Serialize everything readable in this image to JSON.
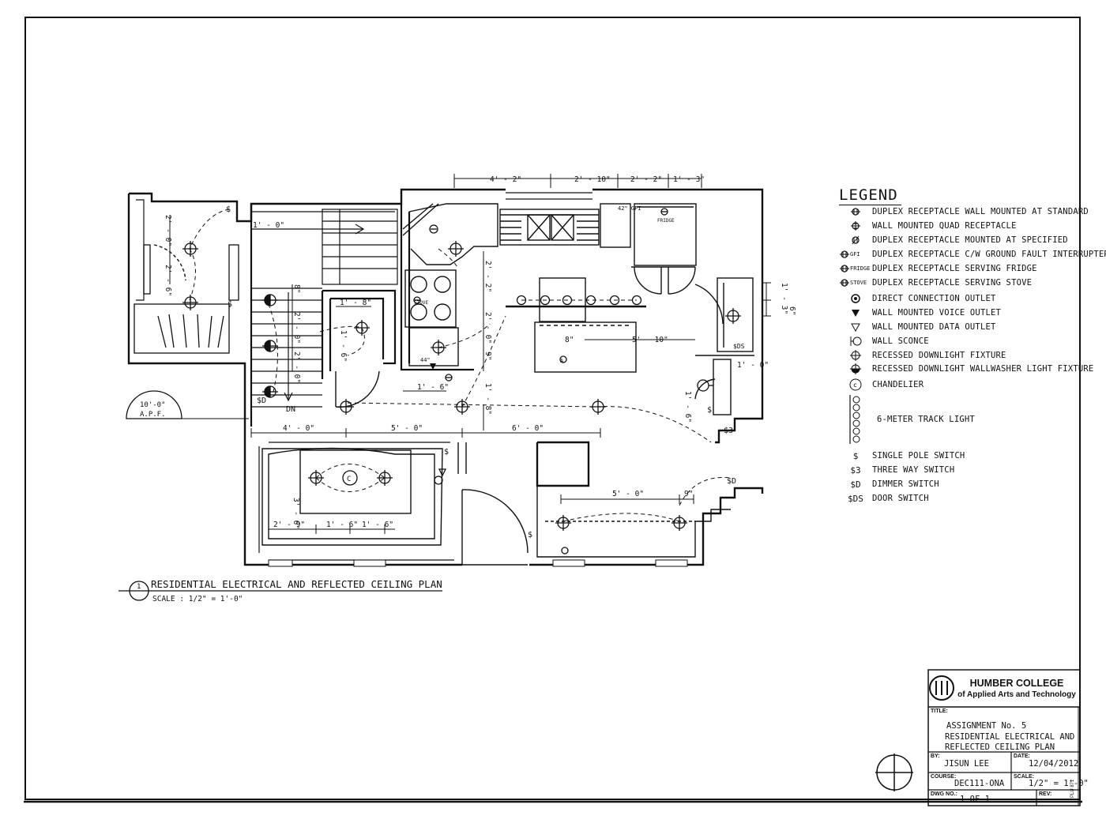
{
  "plan": {
    "title": "RESIDENTIAL ELECTRICAL AND REFLECTED CEILING PLAN",
    "scale": "SCALE : 1/2\" = 1'-0\"",
    "number": "1",
    "height_tag": "10'-0\"",
    "height_tag_sub": "A.P.F."
  },
  "dims": {
    "top": [
      "4' - 2\"",
      "2' - 10\"",
      "2' - 2\"",
      "1' - 3\""
    ],
    "middle": [
      "4' - 0\"",
      "5' - 0\"",
      "6' - 0\""
    ],
    "living": [
      "2' - 9\"",
      "1' - 6\"",
      "1' - 6\""
    ],
    "living_side": "3' - 6\"",
    "bath": [
      "2' - 0\"",
      "2' - 6\"",
      "1' - 0\""
    ],
    "stair": [
      "8\"",
      "2' - 0\"",
      "2' - 0\""
    ],
    "closet": [
      "1' - 8\"",
      "1' - 6\"",
      "1' - 6\""
    ],
    "kitchen": [
      "2' - 2\"",
      "2' - 0\"",
      "1' - 8\"",
      "9\"",
      "8\"",
      "5' - 10\""
    ],
    "right": [
      "1' - 3\"",
      "6\"",
      "1' - 0\"",
      "1' - 6\""
    ],
    "dining": [
      "5' - 0\"",
      "9\""
    ]
  },
  "plan_labels": {
    "stove": "STOVE",
    "fridge": "FRIDGE",
    "dn": "DN",
    "gfi_42": "42\" GFI",
    "gfi_44": "44\"",
    "sds": "$DS",
    "c": "C",
    "a": "A"
  },
  "legend": {
    "title": "LEGEND",
    "items": [
      {
        "sym": "duplex",
        "label": "DUPLEX RECEPTACLE WALL MOUNTED AT STANDARD"
      },
      {
        "sym": "quad",
        "label": "WALL MOUNTED QUAD RECEPTACLE"
      },
      {
        "sym": "duplex-spec",
        "label": "DUPLEX RECEPTACLE MOUNTED AT SPECIFIED"
      },
      {
        "sym": "gfi",
        "tag": "GFI",
        "label": "DUPLEX RECEPTACLE C/W GROUND FAULT INTERRUPTER"
      },
      {
        "sym": "fridge",
        "tag": "FRIDGE",
        "label": "DUPLEX RECEPTACLE SERVING FRIDGE"
      },
      {
        "sym": "stove",
        "tag": "STOVE",
        "label": "DUPLEX RECEPTACLE SERVING STOVE"
      },
      {
        "sym": "direct",
        "label": "DIRECT CONNECTION OUTLET"
      },
      {
        "sym": "voice",
        "label": "WALL MOUNTED VOICE OUTLET"
      },
      {
        "sym": "data",
        "label": "WALL MOUNTED DATA OUTLET"
      },
      {
        "sym": "sconce",
        "label": "WALL SCONCE"
      },
      {
        "sym": "downlight",
        "label": "RECESSED DOWNLIGHT FIXTURE"
      },
      {
        "sym": "washer",
        "label": "RECESSED DOWNLIGHT WALLWASHER LIGHT FIXTURE"
      },
      {
        "sym": "chandelier",
        "label": "CHANDELIER"
      },
      {
        "sym": "track",
        "label": "6-METER TRACK LIGHT"
      },
      {
        "sym": "single",
        "glyph": "$",
        "label": "SINGLE POLE SWITCH"
      },
      {
        "sym": "three",
        "glyph": "$3",
        "label": "THREE WAY SWITCH"
      },
      {
        "sym": "dimmer",
        "glyph": "$D",
        "label": "DIMMER SWITCH"
      },
      {
        "sym": "door",
        "glyph": "$DS",
        "label": "DOOR SWITCH"
      }
    ]
  },
  "title_block": {
    "college_line1": "HUMBER COLLEGE",
    "college_line2": "of Applied Arts and Technology",
    "title_label": "TITLE:",
    "title_lines": [
      "ASSIGNMENT No. 5",
      "RESIDENTIAL ELECTRICAL AND",
      "REFLECTED CEILING PLAN"
    ],
    "by_label": "BY:",
    "by": "JISUN LEE",
    "date_label": "DATE:",
    "date": "12/04/2012",
    "course_label": "COURSE:",
    "course": "DEC111-ONA",
    "scale_label": "SCALE:",
    "scale": "1/2\" = 1'-0\"",
    "dwg_label": "DWG NO.:",
    "dwg": "1 OF 1",
    "rev_label": "REV:",
    "side_code": "PLU 871"
  }
}
